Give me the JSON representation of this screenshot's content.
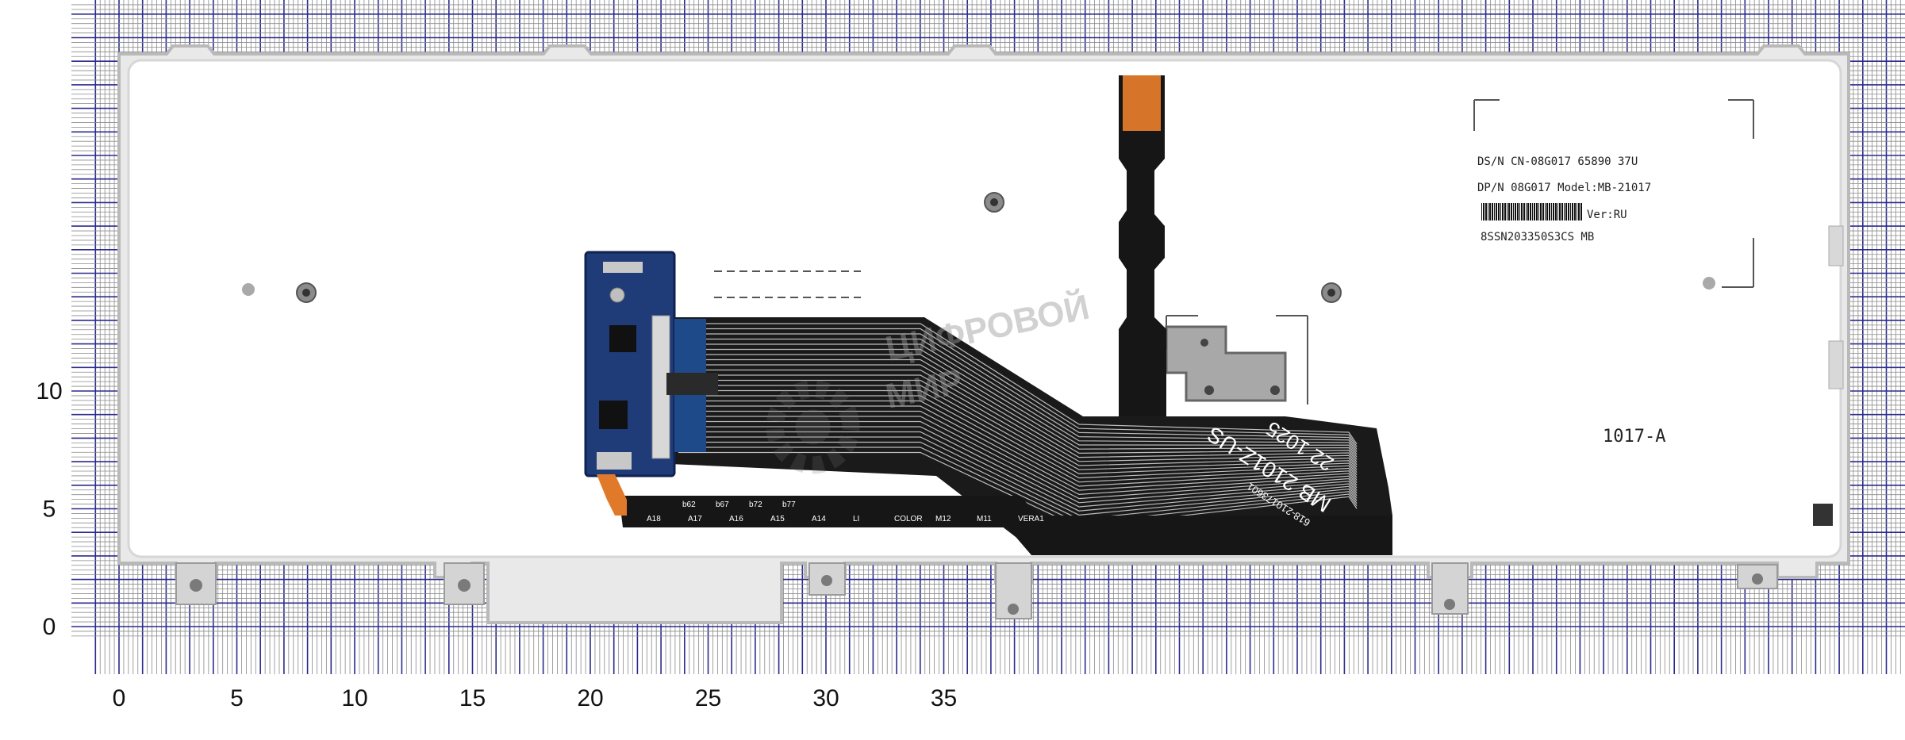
{
  "grid": {
    "axis_color": "#2b2a8c",
    "grid_color": "#8a8a8a",
    "x_ticks": [
      "0",
      "5",
      "10",
      "15",
      "20",
      "25",
      "30",
      "35"
    ],
    "y_ticks": [
      "0",
      "5",
      "10"
    ]
  },
  "sticker": {
    "line1": "DS/N CN-08G017 65890 37U",
    "line2": "DP/N 08G017 Model:MB-21017",
    "line3": "Ver:RU",
    "line4": "8SSN203350S3CS MB"
  },
  "board_code": "1017-A",
  "cable": {
    "text_a": "MB 2101Z-US",
    "text_b": "22 1025",
    "text_c": "618-210173601",
    "cable_labels": [
      "A18",
      "A17",
      "A16",
      "A15",
      "A14",
      "LI",
      "COLOR",
      "M12",
      "M11",
      "VERA1"
    ],
    "cable_labels2": [
      "b62",
      "b67",
      "b72",
      "b77"
    ]
  },
  "watermark": {
    "line1": "ЦИФРОВОЙ",
    "line2": "МИР"
  },
  "colors": {
    "plate": "#ffffff",
    "frame": "#c8c8c8",
    "cable": "#1a1a1a",
    "pcb": "#1f3b78",
    "flex_orange": "#e07a2a"
  }
}
